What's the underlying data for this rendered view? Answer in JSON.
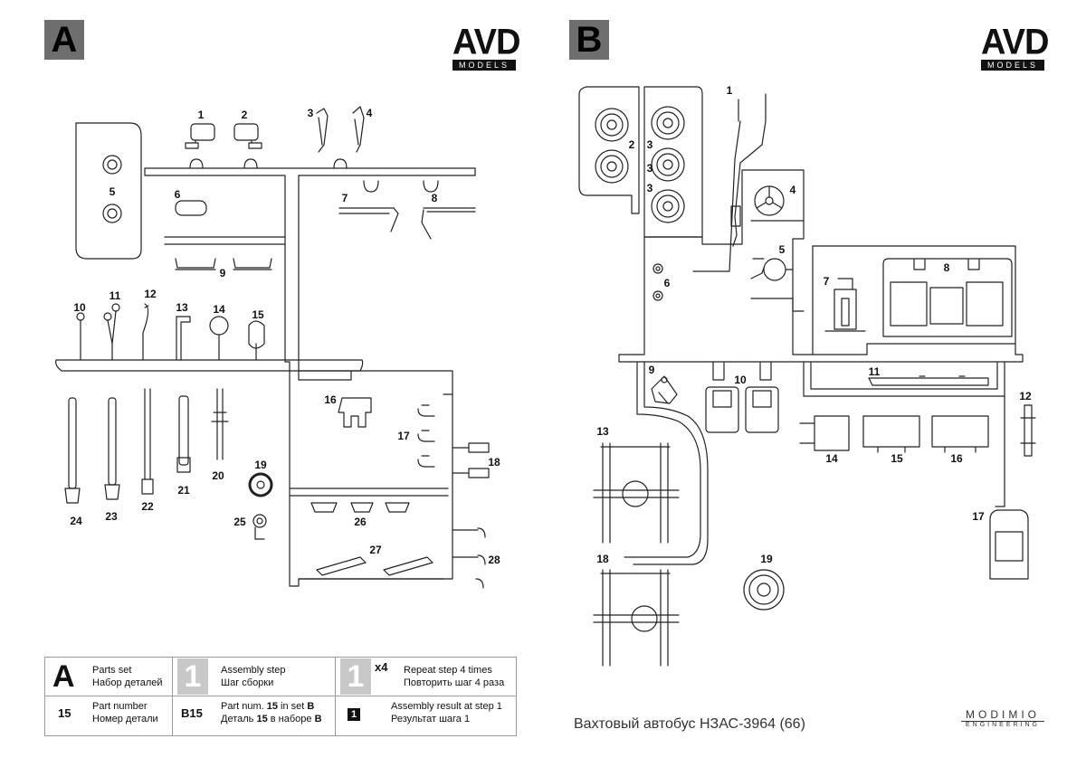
{
  "sheets": {
    "a": {
      "letter": "A",
      "labels": [
        "1",
        "2",
        "3",
        "4",
        "5",
        "6",
        "7",
        "8",
        "9",
        "10",
        "11",
        "12",
        "13",
        "14",
        "15",
        "16",
        "17",
        "18",
        "19",
        "20",
        "21",
        "22",
        "23",
        "24",
        "25",
        "26",
        "27",
        "28"
      ]
    },
    "b": {
      "letter": "B",
      "labels": [
        "1",
        "2",
        "3",
        "3",
        "3",
        "4",
        "5",
        "6",
        "7",
        "8",
        "9",
        "10",
        "11",
        "12",
        "13",
        "14",
        "15",
        "16",
        "17",
        "18",
        "19"
      ]
    }
  },
  "logo": {
    "brand": "AVD",
    "sub": "MODELS"
  },
  "legend": {
    "parts_set_glyph": "A",
    "parts_set_en": "Parts set",
    "parts_set_ru": "Набор деталей",
    "step_glyph": "1",
    "step_en": "Assembly step",
    "step_ru": "Шаг сборки",
    "repeat_glyph": "1",
    "repeat_mult": "x4",
    "repeat_en": "Repeat step 4 times",
    "repeat_ru": "Повторить шаг 4 раза",
    "part_num_glyph": "15",
    "part_num_en": "Part number",
    "part_num_ru": "Номер детали",
    "part_in_set_glyph": "B15",
    "part_in_set_en_a": "Part num. ",
    "part_in_set_en_b": "15",
    "part_in_set_en_c": " in set ",
    "part_in_set_en_d": "B",
    "part_in_set_ru_a": "Деталь ",
    "part_in_set_ru_b": "15",
    "part_in_set_ru_c": " в наборе ",
    "part_in_set_ru_d": "B",
    "result_glyph": "1",
    "result_en": "Assembly result at step 1",
    "result_ru": "Результат шага 1"
  },
  "caption": "Вахтовый автобус НЗАС-3964 (66)",
  "maker": {
    "name": "MODIMIO",
    "sub": "ENGINEERING"
  }
}
